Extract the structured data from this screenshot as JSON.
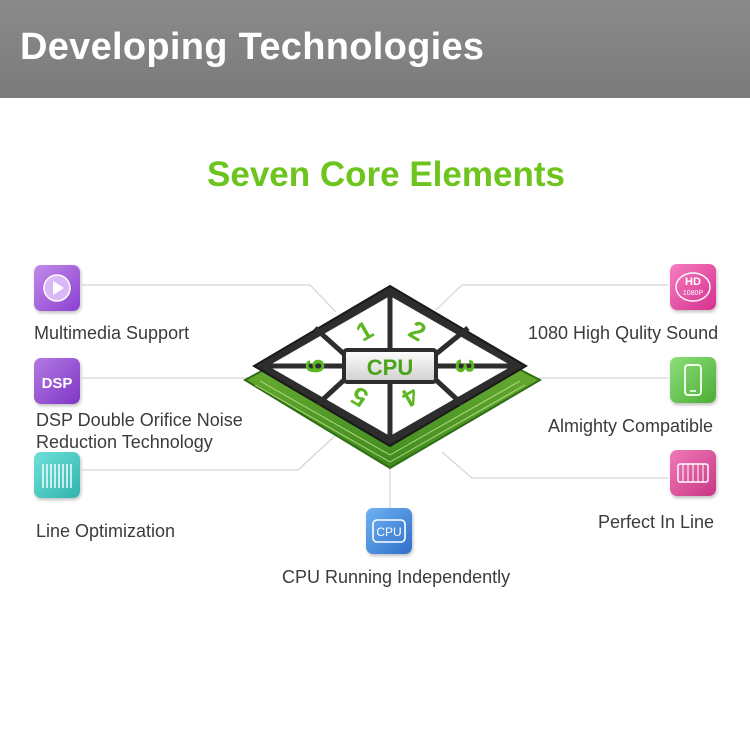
{
  "header": {
    "title": "Developing Technologies"
  },
  "diagram": {
    "title": "Seven Core Elements",
    "center_label": "CPU",
    "segment_numbers": [
      "1",
      "2",
      "3",
      "4",
      "5",
      "6"
    ],
    "features": [
      {
        "label_line1": "Multimedia Support",
        "label_line2": "",
        "icon": "play-icon",
        "color": "#9b59d6"
      },
      {
        "label_line1": "DSP Double Orifice Noise",
        "label_line2": "Reduction Technology",
        "icon": "dsp-icon",
        "icon_text": "DSP",
        "color": "#8e44c8"
      },
      {
        "label_line1": "Line Optimization",
        "label_line2": "",
        "icon": "waveform-icon",
        "color": "#3cc6c0"
      },
      {
        "label_line1": "CPU Running Independently",
        "label_line2": "",
        "icon": "cpu-icon",
        "icon_text": "CPU",
        "color": "#3a7fd6"
      },
      {
        "label_line1": "1080 High Qulity Sound",
        "label_line2": "",
        "icon": "hd-icon",
        "icon_text_1": "HD",
        "icon_text_2": "1080P",
        "color": "#e0379a"
      },
      {
        "label_line1": "Almighty Compatible",
        "label_line2": "",
        "icon": "phone-icon",
        "color": "#5fc34a"
      },
      {
        "label_line1": "Perfect In Line",
        "label_line2": "",
        "icon": "cable-icon",
        "color": "#d9408f"
      }
    ]
  }
}
